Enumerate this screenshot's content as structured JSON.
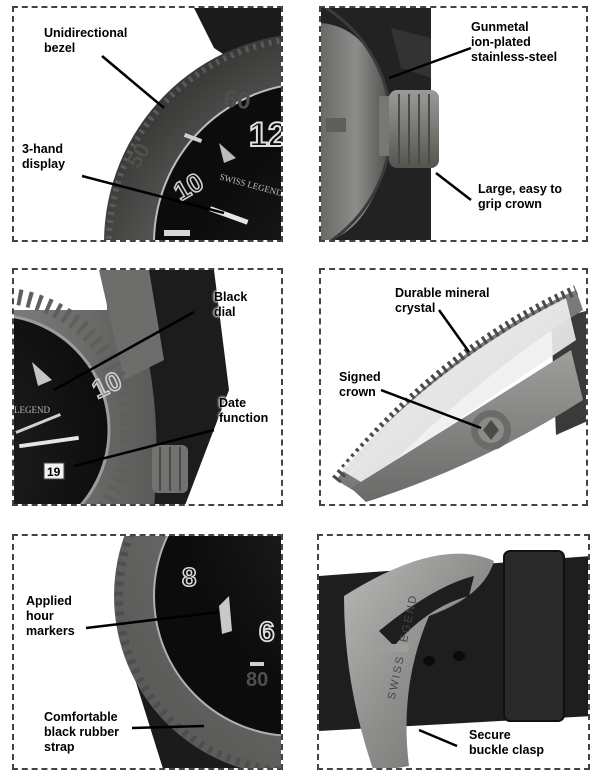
{
  "panels": [
    {
      "brand_text": "SWISS LEGEND",
      "numerals": [
        "60",
        "12",
        "10",
        "50"
      ],
      "callouts": [
        {
          "text": "Unidirectional\nbezel"
        },
        {
          "text": "3-hand\ndisplay"
        }
      ]
    },
    {
      "callouts": [
        {
          "text": "Gunmetal\nion-plated\nstainless-steel"
        },
        {
          "text": "Large, easy to\ngrip crown"
        }
      ]
    },
    {
      "brand_text": "LEGEND",
      "date": "19",
      "numerals": [
        "10"
      ],
      "callouts": [
        {
          "text": "Black\ndial"
        },
        {
          "text": "Date\nfunction"
        }
      ]
    },
    {
      "callouts": [
        {
          "text": "Durable mineral\ncrystal"
        },
        {
          "text": "Signed\ncrown"
        }
      ]
    },
    {
      "numerals": [
        "8",
        "6",
        "80"
      ],
      "callouts": [
        {
          "text": "Applied\nhour\nmarkers"
        },
        {
          "text": "Comfortable\nblack rubber\nstrap"
        }
      ]
    },
    {
      "brand_text": "SWISS LEGEND",
      "callouts": [
        {
          "text": "Secure\nbuckle clasp"
        }
      ]
    }
  ]
}
